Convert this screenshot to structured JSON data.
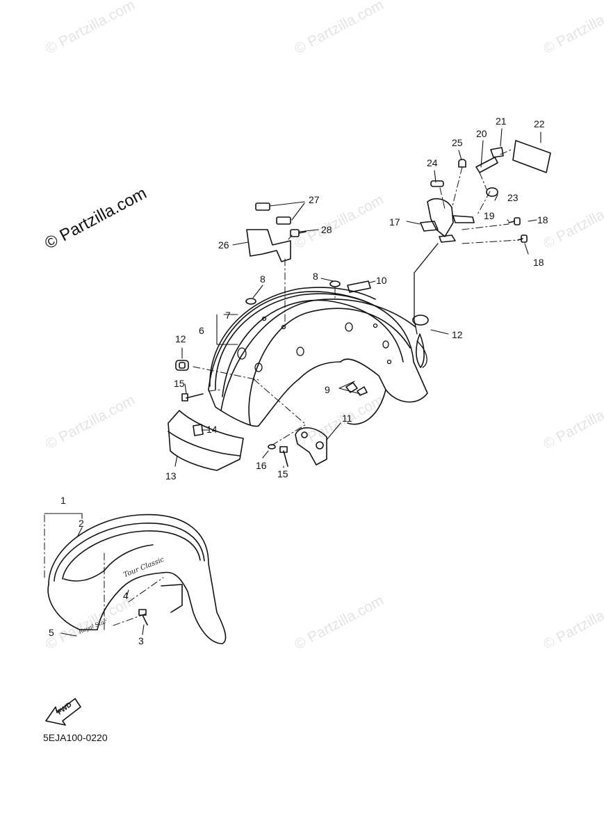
{
  "watermark": {
    "main": "© Partzilla.com",
    "repeat": "© Partzilla.com"
  },
  "diagram_code": "5EJA100-0220",
  "fwd_label": "FWD",
  "decal_texts": {
    "tour_classic": "Tour Classic",
    "royal_star": "Royal Star"
  },
  "callouts": [
    {
      "id": "c1",
      "label": "1"
    },
    {
      "id": "c2",
      "label": "2"
    },
    {
      "id": "c3",
      "label": "3"
    },
    {
      "id": "c4",
      "label": "4"
    },
    {
      "id": "c5",
      "label": "5"
    },
    {
      "id": "c6",
      "label": "6"
    },
    {
      "id": "c7",
      "label": "7"
    },
    {
      "id": "c8a",
      "label": "8"
    },
    {
      "id": "c8b",
      "label": "8"
    },
    {
      "id": "c9",
      "label": "9"
    },
    {
      "id": "c10",
      "label": "10"
    },
    {
      "id": "c11",
      "label": "11"
    },
    {
      "id": "c12a",
      "label": "12"
    },
    {
      "id": "c12b",
      "label": "12"
    },
    {
      "id": "c13",
      "label": "13"
    },
    {
      "id": "c14",
      "label": "14"
    },
    {
      "id": "c15a",
      "label": "15"
    },
    {
      "id": "c15b",
      "label": "15"
    },
    {
      "id": "c16",
      "label": "16"
    },
    {
      "id": "c17",
      "label": "17"
    },
    {
      "id": "c18a",
      "label": "18"
    },
    {
      "id": "c18b",
      "label": "18"
    },
    {
      "id": "c19",
      "label": "19"
    },
    {
      "id": "c20",
      "label": "20"
    },
    {
      "id": "c21",
      "label": "21"
    },
    {
      "id": "c22",
      "label": "22"
    },
    {
      "id": "c23",
      "label": "23"
    },
    {
      "id": "c24",
      "label": "24"
    },
    {
      "id": "c25",
      "label": "25"
    },
    {
      "id": "c26",
      "label": "26"
    },
    {
      "id": "c27",
      "label": "27"
    },
    {
      "id": "c28",
      "label": "28"
    }
  ]
}
